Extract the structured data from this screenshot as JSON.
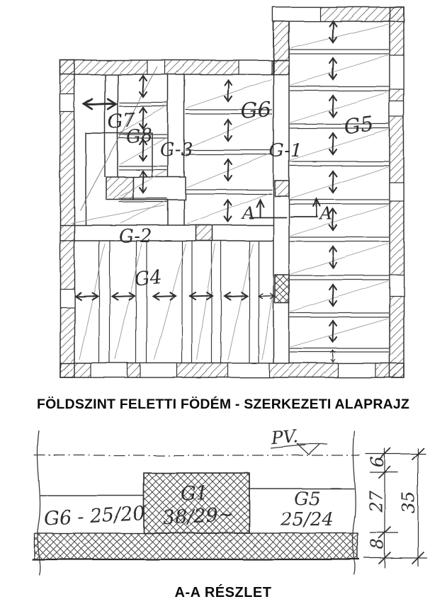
{
  "document": {
    "plan_title": "FÖLDSZINT FELETTI FÖDÉM - SZERKEZETI ALAPRAJZ",
    "section_title": "A-A RÉSZLET"
  },
  "plan_labels": {
    "g7": "G7",
    "g8": "G8",
    "g6": "G6",
    "g3": "G-3",
    "g1": "G-1",
    "g2": "G-2",
    "g4": "G4",
    "g5": "G5",
    "section_cut_left": "A",
    "section_cut_right": "A"
  },
  "section_detail": {
    "level_mark": "PV.",
    "beam_left": "G6 - 25/20",
    "beam_center_name": "G1",
    "beam_center_size": "38/29~",
    "beam_right_name": "G5",
    "beam_right_size": "25/24",
    "dim_top": "6",
    "dim_mid": "27",
    "dim_bottom": "8",
    "dim_total": "35"
  },
  "colors": {
    "ink": "#2f2f2f",
    "paper": "#ffffff"
  }
}
